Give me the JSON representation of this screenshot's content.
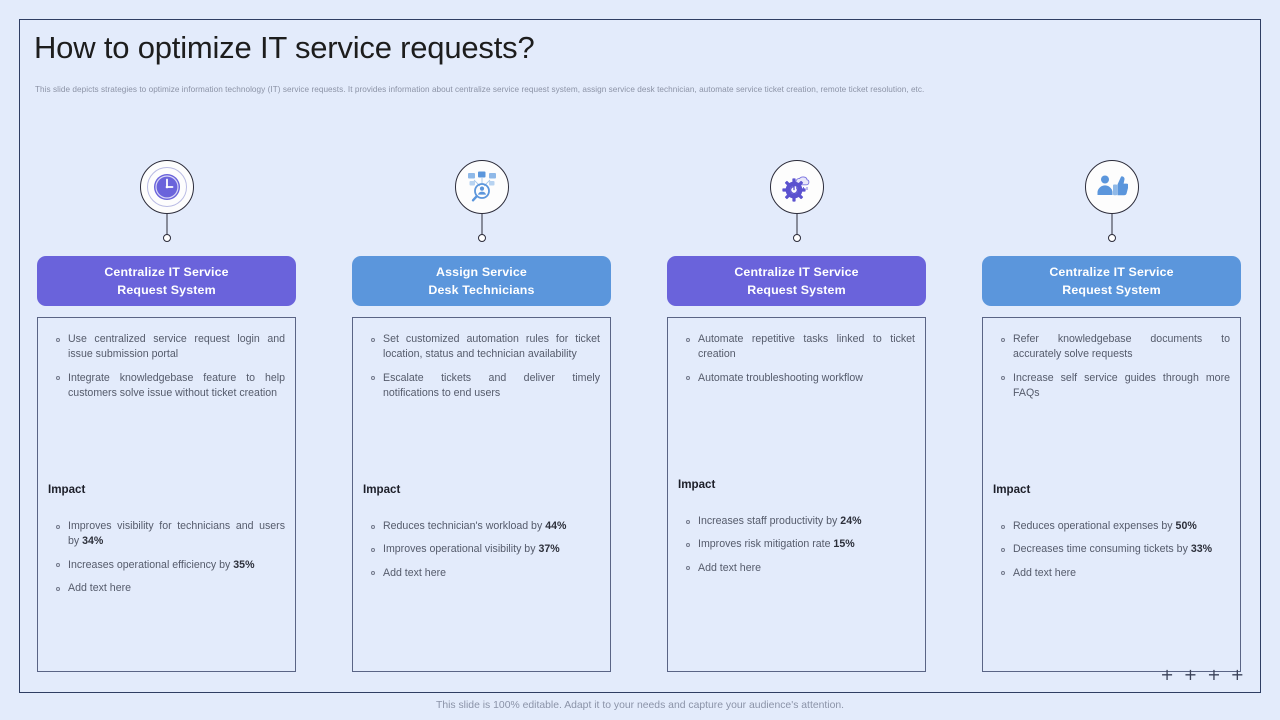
{
  "slide": {
    "title": "How to optimize IT service requests?",
    "subtitle": "This slide depicts strategies to optimize information technology (IT) service requests. It provides information about centralize service request system, assign service desk technician, automate service ticket creation, remote ticket resolution, etc.",
    "footer_note": "This slide is 100% editable. Adapt it to your needs and capture your audience's attention.",
    "plus_marks": [
      "+",
      "+",
      "+",
      "+"
    ],
    "colors": {
      "background": "#e3ebfb",
      "purple": "#6a63db",
      "blue": "#5b96dc",
      "border": "#2f3e63",
      "body_text": "#555b6b"
    }
  },
  "impact_label": "Impact",
  "columns": [
    {
      "icon": "clock-icon",
      "pill_color": "#6a63db",
      "title_line1": "Centralize IT Service",
      "title_line2": "Request System",
      "bullets": [
        "Use centralized service request login and issue submission portal",
        "Integrate knowledgebase feature to help customers solve issue without ticket creation"
      ],
      "impact": [
        {
          "text": "Improves visibility for technicians and users by ",
          "value": "34%"
        },
        {
          "text": "Increases operational efficiency by ",
          "value": "35%"
        },
        {
          "text": "Add text here",
          "value": ""
        }
      ]
    },
    {
      "icon": "technician-search-icon",
      "pill_color": "#5b96dc",
      "title_line1": "Assign Service",
      "title_line2": "Desk Technicians",
      "bullets": [
        "Set customized automation rules for ticket location, status and technician availability",
        "Escalate tickets and deliver timely notifications to end users"
      ],
      "impact": [
        {
          "text": "Reduces technician's workload by ",
          "value": "44%"
        },
        {
          "text": "Improves operational visibility by ",
          "value": "37%"
        },
        {
          "text": "Add text here",
          "value": ""
        }
      ]
    },
    {
      "icon": "gear-automation-icon",
      "pill_color": "#6a63db",
      "title_line1": "Centralize IT Service",
      "title_line2": "Request System",
      "bullets": [
        "Automate repetitive tasks linked to ticket creation",
        "Automate troubleshooting workflow"
      ],
      "impact": [
        {
          "text": "Increases staff productivity by ",
          "value": "24%"
        },
        {
          "text": "Improves risk mitigation rate ",
          "value": "15%"
        },
        {
          "text": "Add text here",
          "value": ""
        }
      ]
    },
    {
      "icon": "thumbs-up-user-icon",
      "pill_color": "#5b96dc",
      "title_line1": "Centralize IT Service",
      "title_line2": "Request System",
      "bullets": [
        "Refer knowledgebase documents to accurately solve requests",
        "Increase self service guides through more FAQs"
      ],
      "impact": [
        {
          "text": "Reduces operational expenses by ",
          "value": "50%"
        },
        {
          "text": "Decreases time consuming tickets by ",
          "value": "33%"
        },
        {
          "text": "Add text here",
          "value": ""
        }
      ]
    }
  ]
}
